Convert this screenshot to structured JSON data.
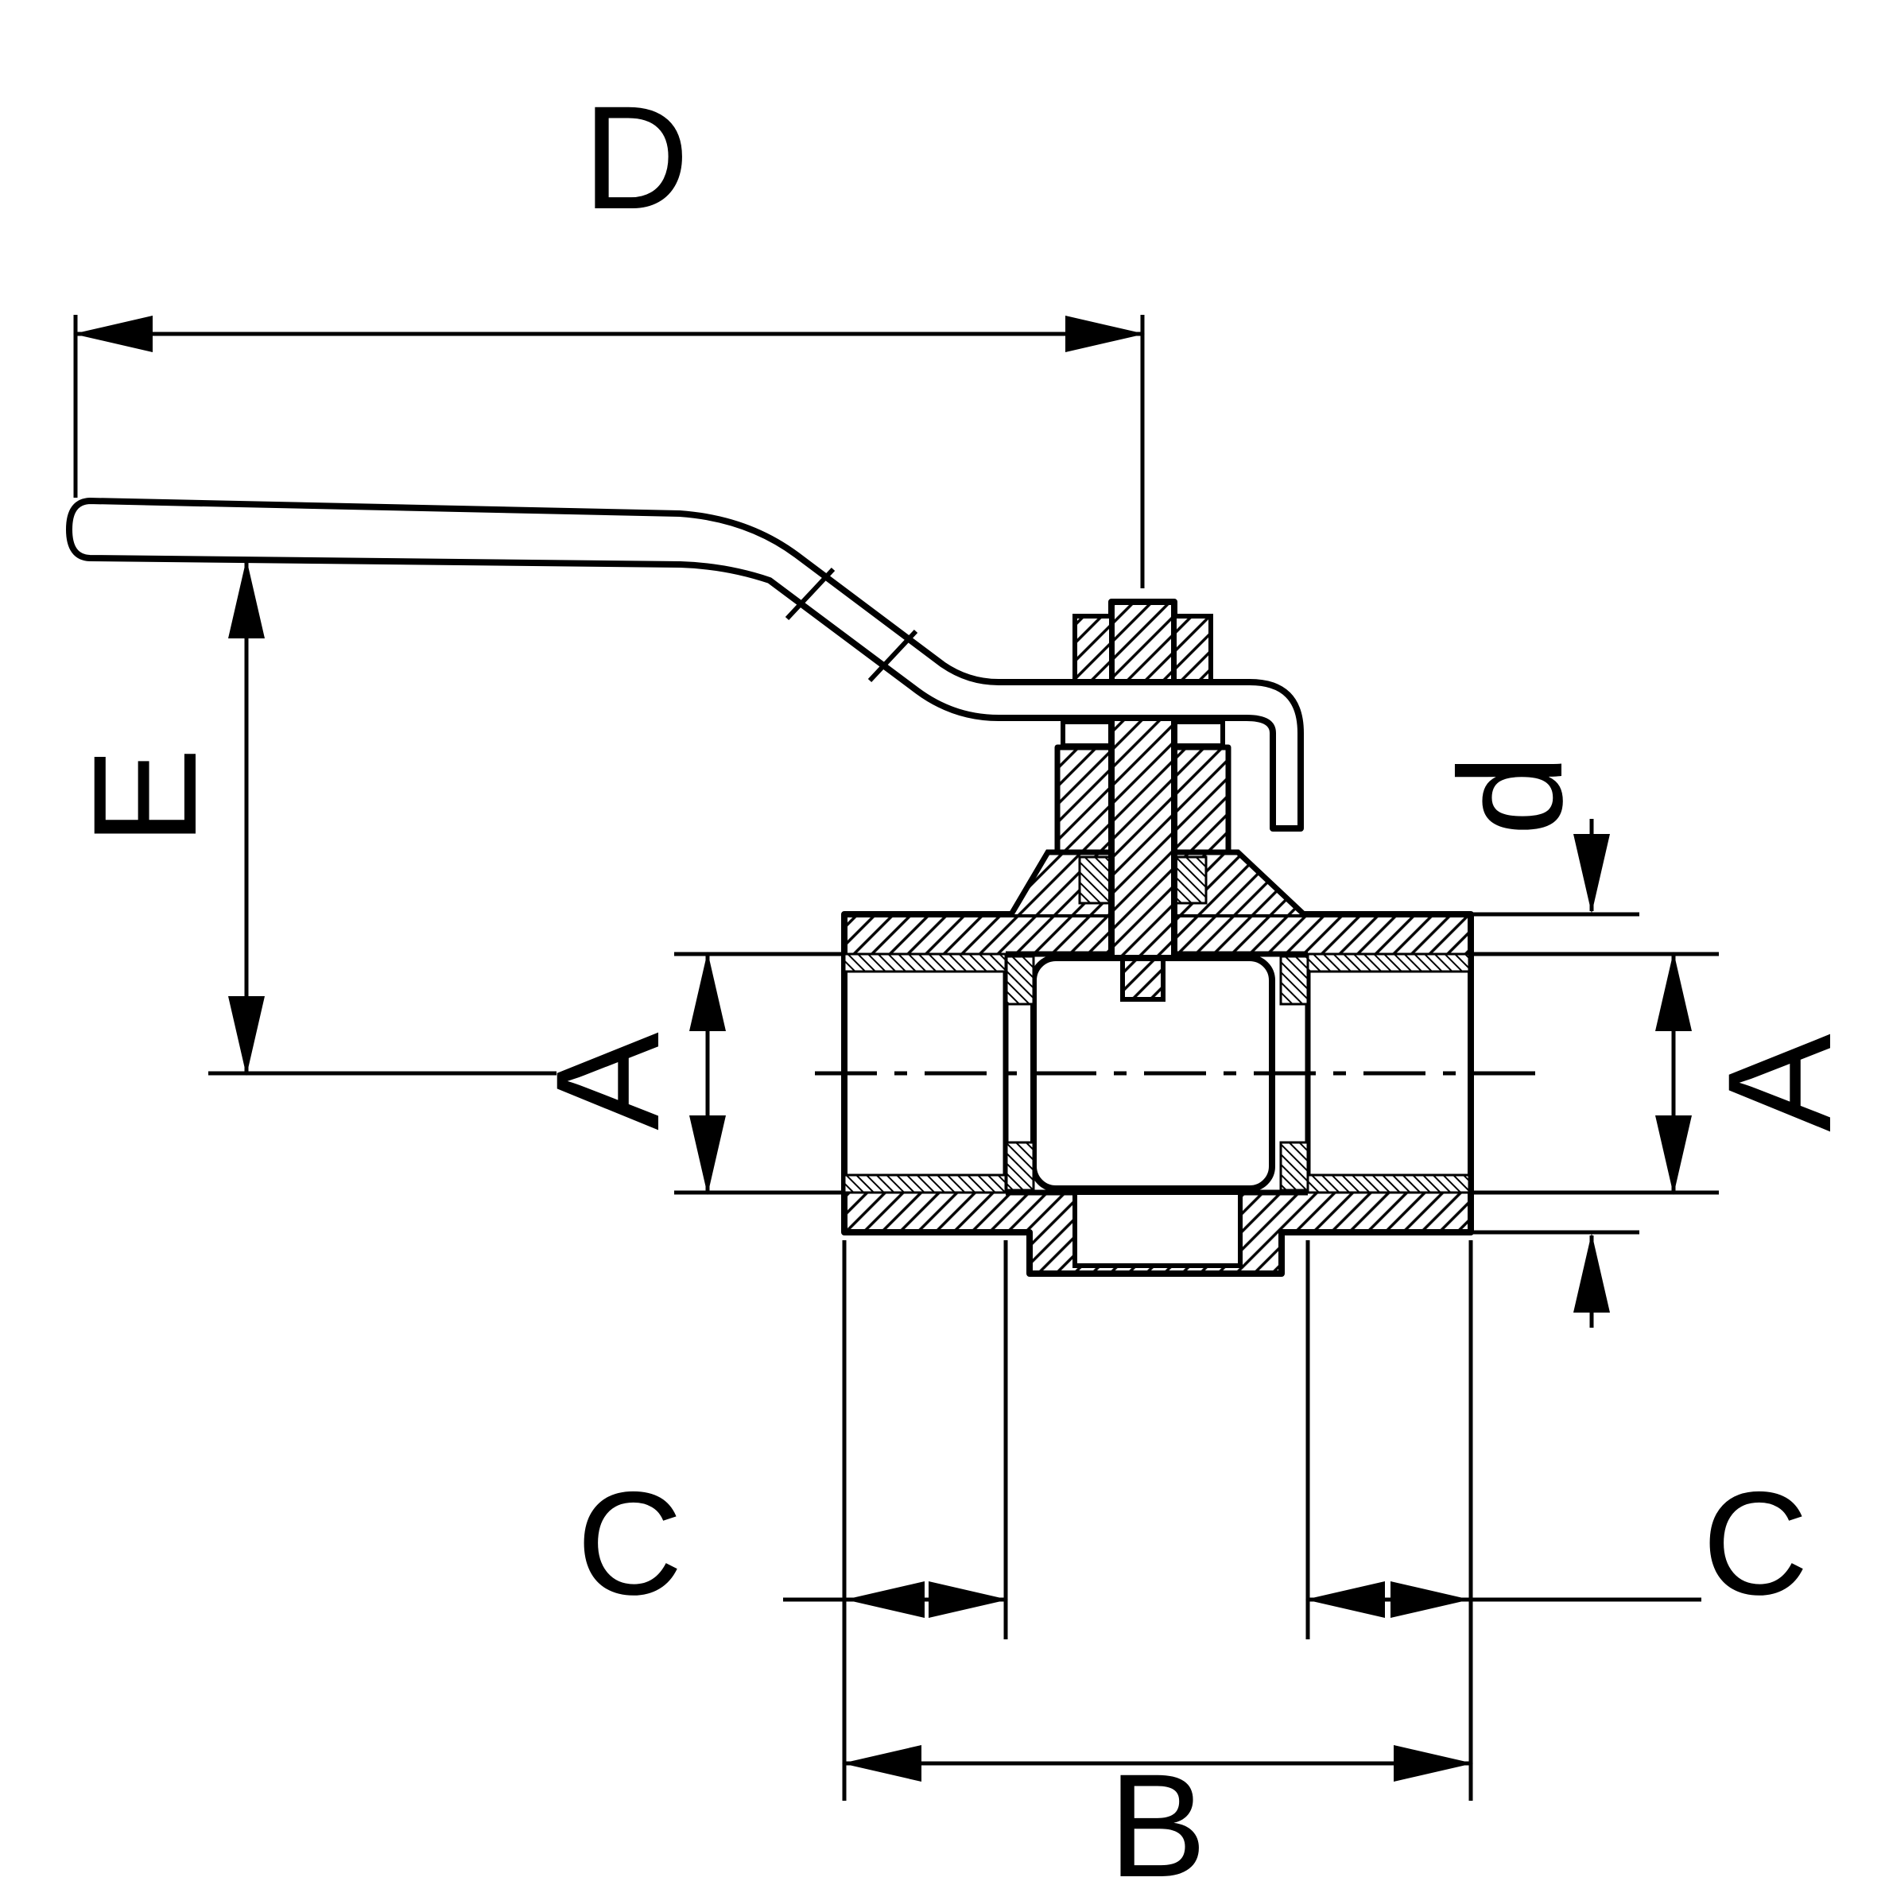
{
  "drawing": {
    "subject": "ball valve with lever handle, sectional technical drawing",
    "background_color": "#ffffff",
    "line_color": "#000000",
    "dimension_labels": {
      "D": "D",
      "E": "E",
      "A_left": "A",
      "A_right": "A",
      "d": "d",
      "C_left": "C",
      "C_right": "C",
      "B": "B"
    }
  }
}
